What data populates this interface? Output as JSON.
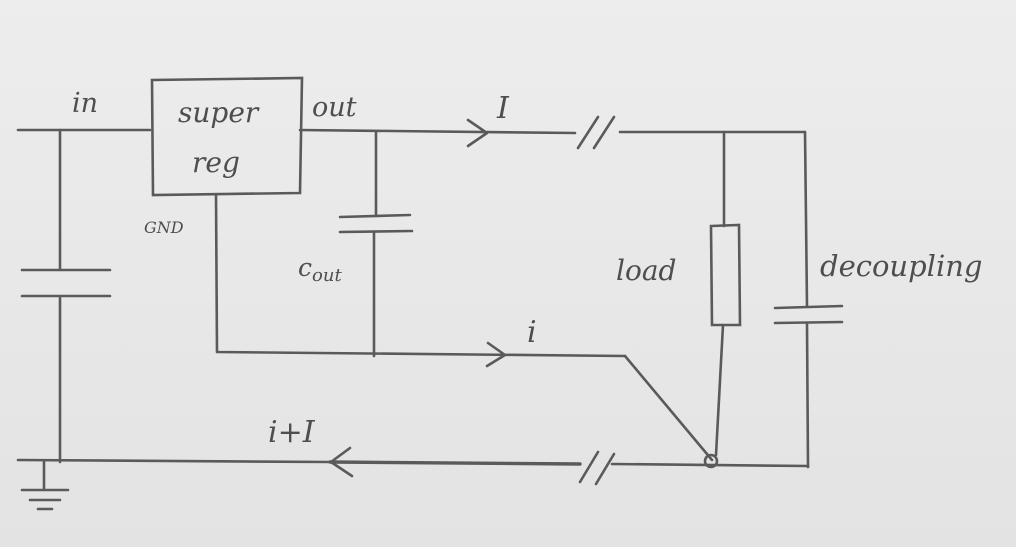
{
  "labels": {
    "in": "in",
    "regulator_line1": "super",
    "regulator_line2": "reg",
    "out": "out",
    "gnd": "GND",
    "cout_main": "c",
    "cout_sub": "out",
    "current_I": "I",
    "current_i": "i",
    "return_current": "i+I",
    "load": "load",
    "decoupling": "decoupling"
  },
  "colors": {
    "ink": "#5a5a5a",
    "paper": "#e9e9e9"
  }
}
